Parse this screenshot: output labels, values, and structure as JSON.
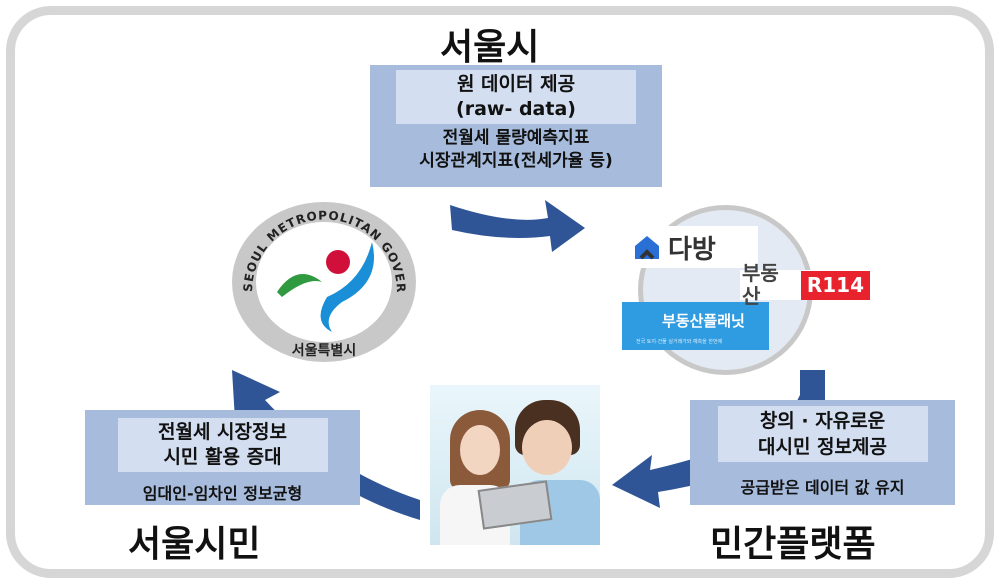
{
  "seoul": {
    "title": "서울시",
    "line1": "원 데이터 제공",
    "line2": "(raw- data)",
    "line3": "전월세 물량예측지표",
    "line4": "시장관계지표(전세가율 등)"
  },
  "citizens": {
    "title": "서울시민",
    "line1": "전월세 시장정보",
    "line2": "시민 활용 증대",
    "line3": "임대인-임차인 정보균형"
  },
  "platform": {
    "title": "민간플랫폼",
    "line1": "창의 · 자유로운",
    "line2": "대시민 정보제공",
    "line3": "공급받은 데이터 값 유지"
  },
  "seal": {
    "ring_text": "SEOUL METROPOLITAN GOVERNMENT",
    "bottom_text": "서울특별시"
  },
  "logos": {
    "dabang": "다방",
    "r114_prefix": "부동산",
    "r114": "R114",
    "planet": "부동산플래닛",
    "planet_sub": "전국 토지·건물 실거래가와 예측을 한번에"
  },
  "colors": {
    "arrow": "#2f5597",
    "box": "#a7bcdc",
    "inner": "#d3def0"
  }
}
